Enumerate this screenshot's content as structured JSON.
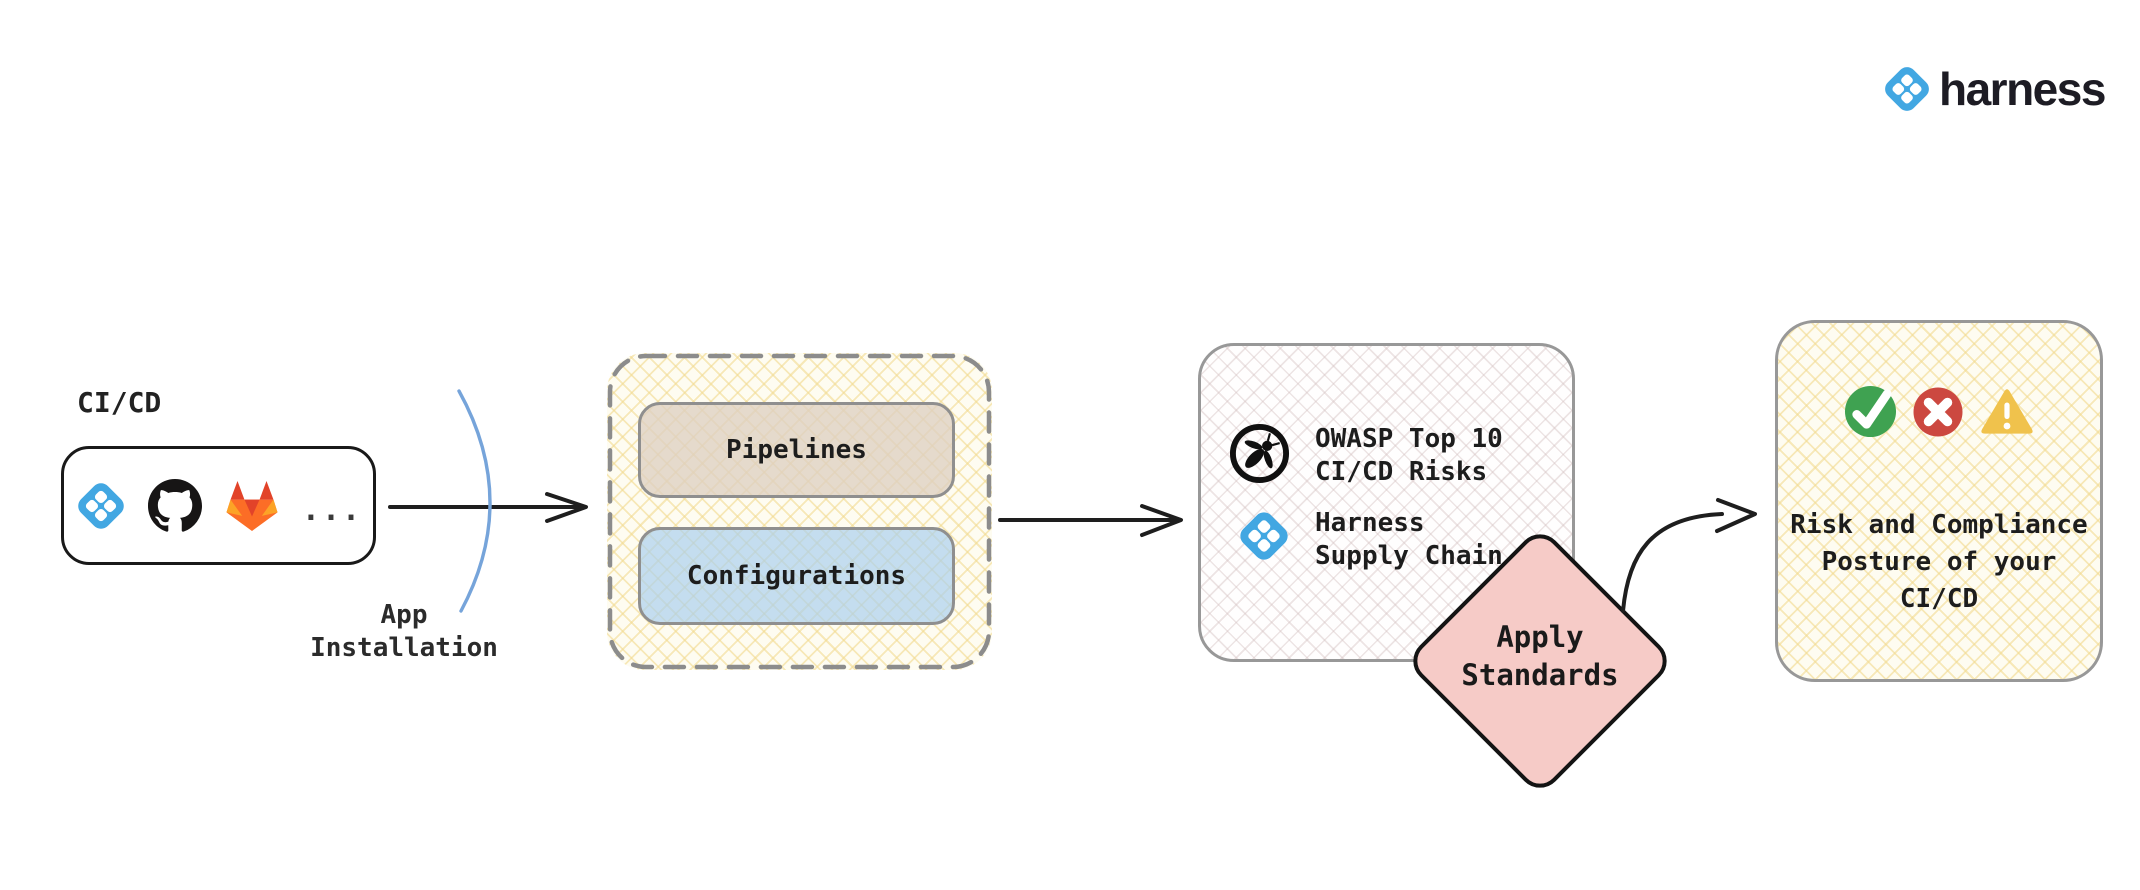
{
  "brand": {
    "name": "harness"
  },
  "cicd": {
    "title": "CI/CD",
    "more_label": "...",
    "icons": [
      "harness-icon",
      "github-icon",
      "gitlab-icon"
    ]
  },
  "app_installation": {
    "line1": "App",
    "line2": "Installation"
  },
  "collector": {
    "pipelines_label": "Pipelines",
    "configurations_label": "Configurations"
  },
  "standards": {
    "owasp_line1": "OWASP Top 10",
    "owasp_line2": "CI/CD Risks",
    "harness_line1": "Harness",
    "harness_line2": "Supply Chain"
  },
  "apply_standards": {
    "line1": "Apply",
    "line2": "Standards"
  },
  "result": {
    "line1": "Risk and Compliance",
    "line2": "Posture of your",
    "line3": "CI/CD",
    "status_icons": [
      "check-icon",
      "cross-icon",
      "warning-icon"
    ]
  },
  "colors": {
    "harness_blue": "#42a7e2",
    "github_black": "#171515",
    "gitlab_red": "#e24329",
    "gitlab_orange": "#fc6d26",
    "gitlab_amber": "#fca326",
    "diamond_pink": "#f6cbc7",
    "check_green": "#3fa251",
    "cross_red": "#cc4840",
    "warning_yellow": "#f0c24c",
    "arc_blue": "#76a4da"
  }
}
